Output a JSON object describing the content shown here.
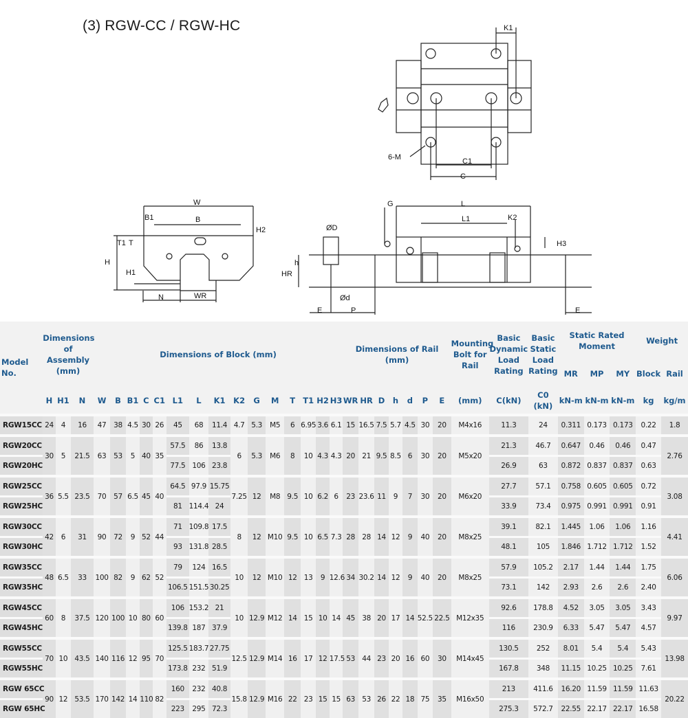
{
  "title": "(3) RGW-CC / RGW-HC",
  "drawings": {
    "top_view_labels": {
      "k1": "K1",
      "six_m": "6-M",
      "c1": "C1",
      "c": "C"
    },
    "front_view_labels": {
      "w": "W",
      "b1": "B1",
      "b": "B",
      "h2": "H2",
      "t1": "T1",
      "t": "T",
      "h": "H",
      "h1": "H1",
      "n": "N",
      "wr": "WR"
    },
    "side_view_labels": {
      "g": "G",
      "l": "L",
      "l1": "L1",
      "k2": "K2",
      "h3": "H3",
      "od": "ØD",
      "h_small": "h",
      "hr": "HR",
      "d_small": "Ød",
      "e": "E",
      "p": "P",
      "e2": "E"
    }
  },
  "table": {
    "group_headers": {
      "model": "Model No.",
      "assembly": "Dimensions of Assembly (mm)",
      "block": "Dimensions of Block (mm)",
      "rail": "Dimensions of Rail (mm)",
      "bolt": "Mounting Bolt for Rail",
      "dynamic": "Basic Dynamic Load Rating",
      "static": "Basic Static Load Rating",
      "moment": "Static Rated Moment",
      "weight": "Weight",
      "m_r": "MR",
      "m_p": "MP",
      "m_y": "MY",
      "block_w": "Block",
      "rail_w": "Rail"
    },
    "columns": [
      "H",
      "H1",
      "N",
      "W",
      "B",
      "B1",
      "C",
      "C1",
      "L1",
      "L",
      "K1",
      "K2",
      "G",
      "M",
      "T",
      "T1",
      "H2",
      "H3",
      "WR",
      "HR",
      "D",
      "h",
      "d",
      "P",
      "E",
      "(mm)",
      "C(kN)",
      "C0 (kN)",
      "kN-m",
      "kN-m",
      "kN-m",
      "kg",
      "kg/m"
    ],
    "groups": [
      {
        "shared": {
          "H": "24",
          "H1": "4",
          "N": "16",
          "W": "47",
          "B": "38",
          "B1": "4.5",
          "C": "30",
          "C1": "26",
          "K2": "4.7",
          "G": "5.3",
          "M": "M5",
          "T": "6",
          "T1": "6.95",
          "H2": "3.6",
          "H3": "6.1",
          "WR": "15",
          "HR": "16.5",
          "D": "7.5",
          "h": "5.7",
          "d": "4.5",
          "P": "30",
          "E": "20",
          "bolt": "M4x16",
          "rail_kg": "1.8"
        },
        "rows": [
          {
            "model": "RGW15CC",
            "L1": "45",
            "L": "68",
            "K1": "11.4",
            "C": "11.3",
            "C0": "24",
            "MR": "0.311",
            "MP": "0.173",
            "MY": "0.173",
            "block_kg": "0.22"
          }
        ]
      },
      {
        "shared": {
          "H": "30",
          "H1": "5",
          "N": "21.5",
          "W": "63",
          "B": "53",
          "B1": "5",
          "C": "40",
          "C1": "35",
          "K2": "6",
          "G": "5.3",
          "M": "M6",
          "T": "8",
          "T1": "10",
          "H2": "4.3",
          "H3": "4.3",
          "WR": "20",
          "HR": "21",
          "D": "9.5",
          "h": "8.5",
          "d": "6",
          "P": "30",
          "E": "20",
          "bolt": "M5x20",
          "rail_kg": "2.76"
        },
        "rows": [
          {
            "model": "RGW20CC",
            "L1": "57.5",
            "L": "86",
            "K1": "13.8",
            "C": "21.3",
            "C0": "46.7",
            "MR": "0.647",
            "MP": "0.46",
            "MY": "0.46",
            "block_kg": "0.47"
          },
          {
            "model": "RGW20HC",
            "L1": "77.5",
            "L": "106",
            "K1": "23.8",
            "C": "26.9",
            "C0": "63",
            "MR": "0.872",
            "MP": "0.837",
            "MY": "0.837",
            "block_kg": "0.63"
          }
        ]
      },
      {
        "shared": {
          "H": "36",
          "H1": "5.5",
          "N": "23.5",
          "W": "70",
          "B": "57",
          "B1": "6.5",
          "C": "45",
          "C1": "40",
          "K2": "7.25",
          "G": "12",
          "M": "M8",
          "T": "9.5",
          "T1": "10",
          "H2": "6.2",
          "H3": "6",
          "WR": "23",
          "HR": "23.6",
          "D": "11",
          "h": "9",
          "d": "7",
          "P": "30",
          "E": "20",
          "bolt": "M6x20",
          "rail_kg": "3.08"
        },
        "rows": [
          {
            "model": "RGW25CC",
            "L1": "64.5",
            "L": "97.9",
            "K1": "15.75",
            "C": "27.7",
            "C0": "57.1",
            "MR": "0.758",
            "MP": "0.605",
            "MY": "0.605",
            "block_kg": "0.72"
          },
          {
            "model": "RGW25HC",
            "L1": "81",
            "L": "114.4",
            "K1": "24",
            "C": "33.9",
            "C0": "73.4",
            "MR": "0.975",
            "MP": "0.991",
            "MY": "0.991",
            "block_kg": "0.91"
          }
        ]
      },
      {
        "shared": {
          "H": "42",
          "H1": "6",
          "N": "31",
          "W": "90",
          "B": "72",
          "B1": "9",
          "C": "52",
          "C1": "44",
          "K2": "8",
          "G": "12",
          "M": "M10",
          "T": "9.5",
          "T1": "10",
          "H2": "6.5",
          "H3": "7.3",
          "WR": "28",
          "HR": "28",
          "D": "14",
          "h": "12",
          "d": "9",
          "P": "40",
          "E": "20",
          "bolt": "M8x25",
          "rail_kg": "4.41"
        },
        "rows": [
          {
            "model": "RGW30CC",
            "L1": "71",
            "L": "109.8",
            "K1": "17.5",
            "C": "39.1",
            "C0": "82.1",
            "MR": "1.445",
            "MP": "1.06",
            "MY": "1.06",
            "block_kg": "1.16"
          },
          {
            "model": "RGW30HC",
            "L1": "93",
            "L": "131.8",
            "K1": "28.5",
            "C": "48.1",
            "C0": "105",
            "MR": "1.846",
            "MP": "1.712",
            "MY": "1.712",
            "block_kg": "1.52"
          }
        ]
      },
      {
        "shared": {
          "H": "48",
          "H1": "6.5",
          "N": "33",
          "W": "100",
          "B": "82",
          "B1": "9",
          "C": "62",
          "C1": "52",
          "K2": "10",
          "G": "12",
          "M": "M10",
          "T": "12",
          "T1": "13",
          "H2": "9",
          "H3": "12.6",
          "WR": "34",
          "HR": "30.2",
          "D": "14",
          "h": "12",
          "d": "9",
          "P": "40",
          "E": "20",
          "bolt": "M8x25",
          "rail_kg": "6.06"
        },
        "rows": [
          {
            "model": "RGW35CC",
            "L1": "79",
            "L": "124",
            "K1": "16.5",
            "C": "57.9",
            "C0": "105.2",
            "MR": "2.17",
            "MP": "1.44",
            "MY": "1.44",
            "block_kg": "1.75"
          },
          {
            "model": "RGW35HC",
            "L1": "106.5",
            "L": "151.5",
            "K1": "30.25",
            "C": "73.1",
            "C0": "142",
            "MR": "2.93",
            "MP": "2.6",
            "MY": "2.6",
            "block_kg": "2.40"
          }
        ]
      },
      {
        "shared": {
          "H": "60",
          "H1": "8",
          "N": "37.5",
          "W": "120",
          "B": "100",
          "B1": "10",
          "C": "80",
          "C1": "60",
          "K2": "10",
          "G": "12.9",
          "M": "M12",
          "T": "14",
          "T1": "15",
          "H2": "10",
          "H3": "14",
          "WR": "45",
          "HR": "38",
          "D": "20",
          "h": "17",
          "d": "14",
          "P": "52.5",
          "E": "22.5",
          "bolt": "M12x35",
          "rail_kg": "9.97"
        },
        "rows": [
          {
            "model": "RGW45CC",
            "L1": "106",
            "L": "153.2",
            "K1": "21",
            "C": "92.6",
            "C0": "178.8",
            "MR": "4.52",
            "MP": "3.05",
            "MY": "3.05",
            "block_kg": "3.43"
          },
          {
            "model": "RGW45HC",
            "L1": "139.8",
            "L": "187",
            "K1": "37.9",
            "C": "116",
            "C0": "230.9",
            "MR": "6.33",
            "MP": "5.47",
            "MY": "5.47",
            "block_kg": "4.57"
          }
        ]
      },
      {
        "shared": {
          "H": "70",
          "H1": "10",
          "N": "43.5",
          "W": "140",
          "B": "116",
          "B1": "12",
          "C": "95",
          "C1": "70",
          "K2": "12.5",
          "G": "12.9",
          "M": "M14",
          "T": "16",
          "T1": "17",
          "H2": "12",
          "H3": "17.5",
          "WR": "53",
          "HR": "44",
          "D": "23",
          "h": "20",
          "d": "16",
          "P": "60",
          "E": "30",
          "bolt": "M14x45",
          "rail_kg": "13.98"
        },
        "rows": [
          {
            "model": "RGW55CC",
            "L1": "125.5",
            "L": "183.7",
            "K1": "27.75",
            "C": "130.5",
            "C0": "252",
            "MR": "8.01",
            "MP": "5.4",
            "MY": "5.4",
            "block_kg": "5.43"
          },
          {
            "model": "RGW55HC",
            "L1": "173.8",
            "L": "232",
            "K1": "51.9",
            "C": "167.8",
            "C0": "348",
            "MR": "11.15",
            "MP": "10.25",
            "MY": "10.25",
            "block_kg": "7.61"
          }
        ]
      },
      {
        "shared": {
          "H": "90",
          "H1": "12",
          "N": "53.5",
          "W": "170",
          "B": "142",
          "B1": "14",
          "C": "110",
          "C1": "82",
          "K2": "15.8",
          "G": "12.9",
          "M": "M16",
          "T": "22",
          "T1": "23",
          "H2": "15",
          "H3": "15",
          "WR": "63",
          "HR": "53",
          "D": "26",
          "h": "22",
          "d": "18",
          "P": "75",
          "E": "35",
          "bolt": "M16x50",
          "rail_kg": "20.22"
        },
        "rows": [
          {
            "model": "RGW 65CC",
            "L1": "160",
            "L": "232",
            "K1": "40.8",
            "C": "213",
            "C0": "411.6",
            "MR": "16.20",
            "MP": "11.59",
            "MY": "11.59",
            "block_kg": "11.63"
          },
          {
            "model": "RGW 65HC",
            "L1": "223",
            "L": "295",
            "K1": "72.3",
            "C": "275.3",
            "C0": "572.7",
            "MR": "22.55",
            "MP": "22.17",
            "MY": "22.17",
            "block_kg": "16.58"
          }
        ]
      }
    ]
  }
}
